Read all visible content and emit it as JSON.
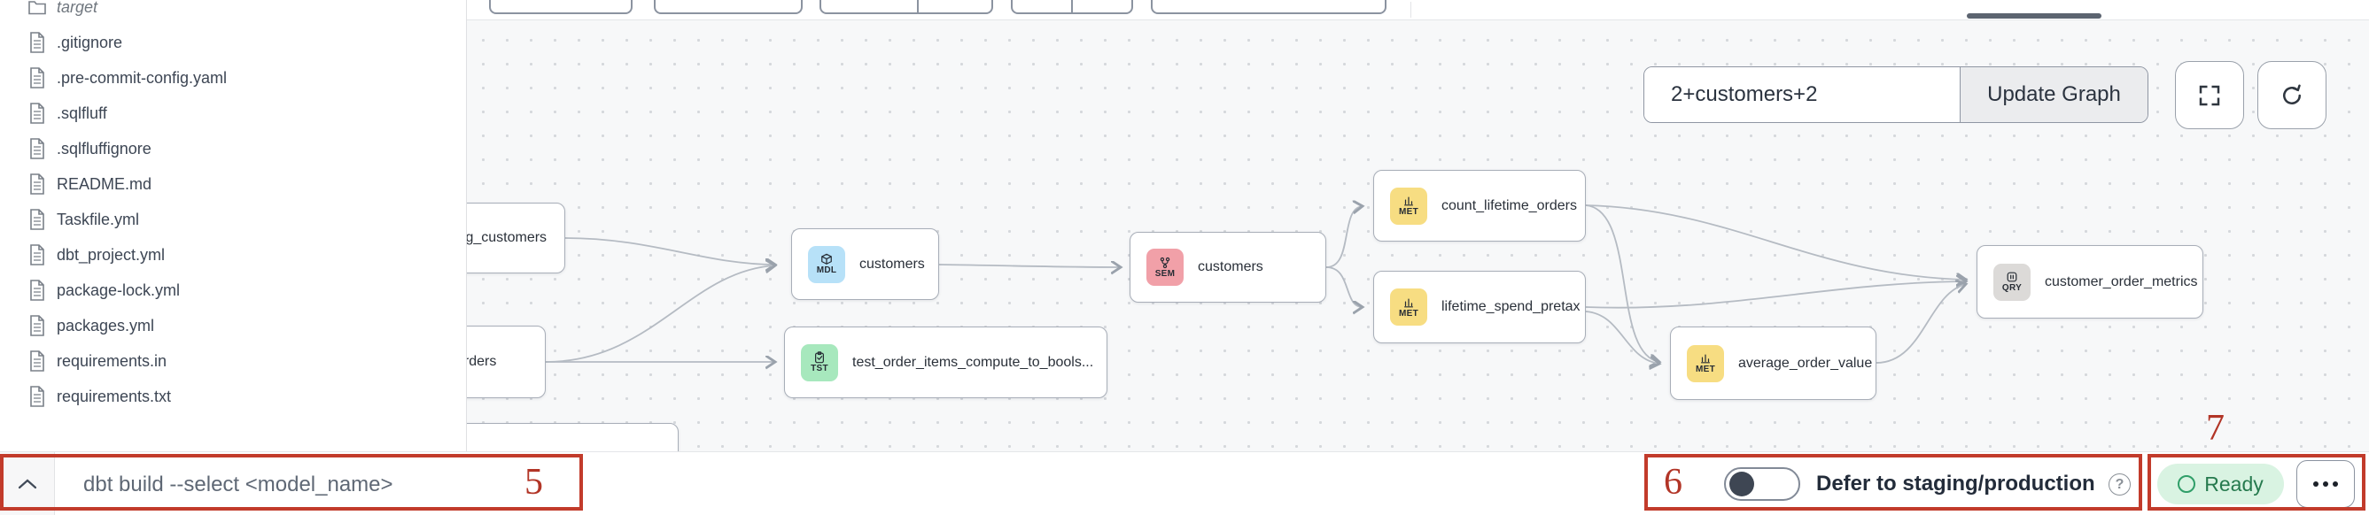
{
  "sidebar": {
    "items": [
      {
        "name": "target",
        "type": "folder"
      },
      {
        "name": ".gitignore",
        "type": "file"
      },
      {
        "name": ".pre-commit-config.yaml",
        "type": "file"
      },
      {
        "name": ".sqlfluff",
        "type": "file"
      },
      {
        "name": ".sqlfluffignore",
        "type": "file"
      },
      {
        "name": "README.md",
        "type": "file"
      },
      {
        "name": "Taskfile.yml",
        "type": "file"
      },
      {
        "name": "dbt_project.yml",
        "type": "file"
      },
      {
        "name": "package-lock.yml",
        "type": "file"
      },
      {
        "name": "packages.yml",
        "type": "file"
      },
      {
        "name": "requirements.in",
        "type": "file"
      },
      {
        "name": "requirements.txt",
        "type": "file"
      }
    ]
  },
  "canvas": {
    "controls": {
      "selector_value": "2+customers+2",
      "update_button_label": "Update Graph"
    },
    "nodes": [
      {
        "label": "stg_customers",
        "badge": ""
      },
      {
        "label": "orders",
        "badge": ""
      },
      {
        "label": "customers",
        "badge": "MDL"
      },
      {
        "label": "test_order_items_compute_to_bools...",
        "badge": "TST"
      },
      {
        "label": "customers",
        "badge": "SEM"
      },
      {
        "label": "count_lifetime_orders",
        "badge": "MET"
      },
      {
        "label": "lifetime_spend_pretax",
        "badge": "MET"
      },
      {
        "label": "average_order_value",
        "badge": "MET"
      },
      {
        "label": "customer_order_metrics",
        "badge": "QRY"
      }
    ]
  },
  "bottom_bar": {
    "command_placeholder": "dbt build --select <model_name>",
    "defer_label": "Defer to staging/production",
    "help_glyph": "?",
    "status_label": "Ready"
  },
  "annotations": {
    "n5": "5",
    "n6": "6",
    "n7": "7"
  },
  "colors": {
    "annotation_red": "#c23b2b",
    "badge_model_blue": "#b7e1f8",
    "badge_test_green": "#a7e8bd",
    "badge_semantic_red": "#f1a0a8",
    "badge_metric_yellow": "#f7dd82",
    "badge_query_gray": "#dcdad8",
    "status_ready_bg": "#d9f3e2",
    "status_ready_text": "#267a4e"
  }
}
